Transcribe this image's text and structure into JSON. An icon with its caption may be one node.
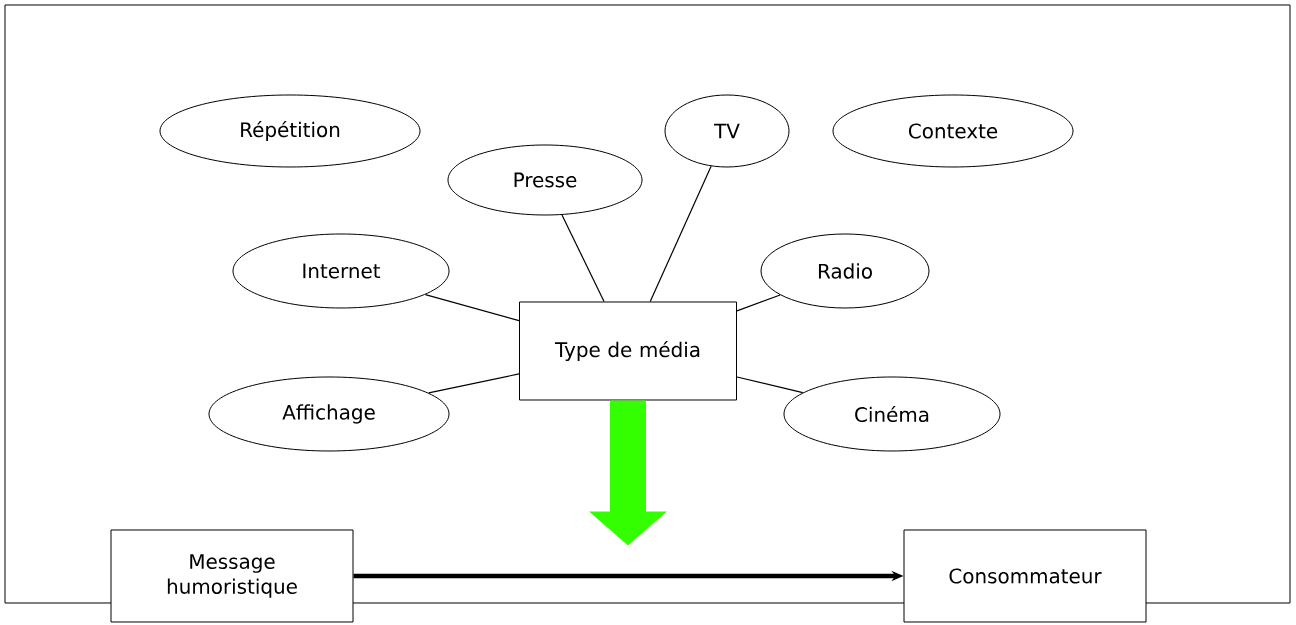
{
  "diagram": {
    "nodes": [
      {
        "text": [
          "Répétition"
        ]
      },
      {
        "text": [
          "Presse"
        ]
      },
      {
        "text": [
          "TV"
        ]
      },
      {
        "text": [
          "Contexte"
        ]
      },
      {
        "text": [
          "Internet"
        ]
      },
      {
        "text": [
          "Radio"
        ]
      },
      {
        "text": [
          "Type de média"
        ]
      },
      {
        "text": [
          "Affichage"
        ]
      },
      {
        "text": [
          "Cinéma"
        ]
      },
      {
        "text": [
          "Message humoristique"
        ]
      },
      {
        "text": [
          "Consommateur"
        ]
      }
    ],
    "edges": [
      {
        "from": 1,
        "to": 6,
        "arrow": "none"
      },
      {
        "from": 2,
        "to": 6,
        "arrow": "none"
      },
      {
        "from": 4,
        "to": 6,
        "arrow": "none"
      },
      {
        "from": 5,
        "to": 6,
        "arrow": "none"
      },
      {
        "from": 7,
        "to": 6,
        "arrow": "none"
      },
      {
        "from": 8,
        "to": 6,
        "arrow": "none"
      },
      {
        "from": 6,
        "to": null,
        "arrow": "to",
        "style": "thick",
        "color": "#33ff00"
      },
      {
        "from": 9,
        "to": 10,
        "arrow": "to",
        "style": "thick"
      }
    ]
  }
}
